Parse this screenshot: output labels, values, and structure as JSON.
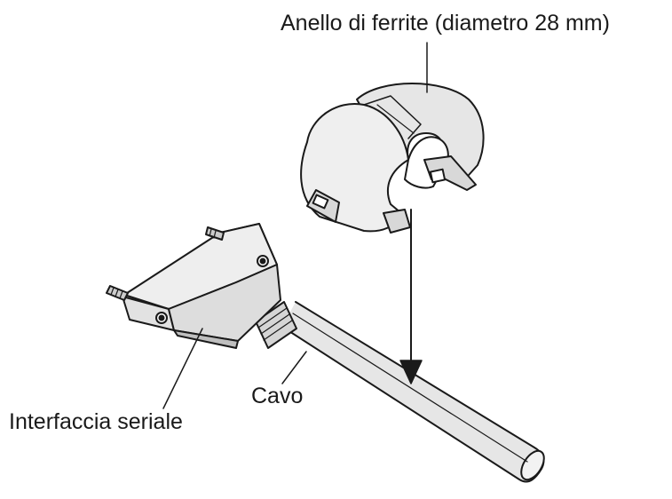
{
  "labels": {
    "ferrite": "Anello di ferrite (diametro 28 mm)",
    "cable": "Cavo",
    "serial": "Interfaccia seriale"
  },
  "colors": {
    "line": "#1a1a1a",
    "fill": "#e6e6e6",
    "fill_dark": "#c9c9c9",
    "background": "#ffffff"
  }
}
